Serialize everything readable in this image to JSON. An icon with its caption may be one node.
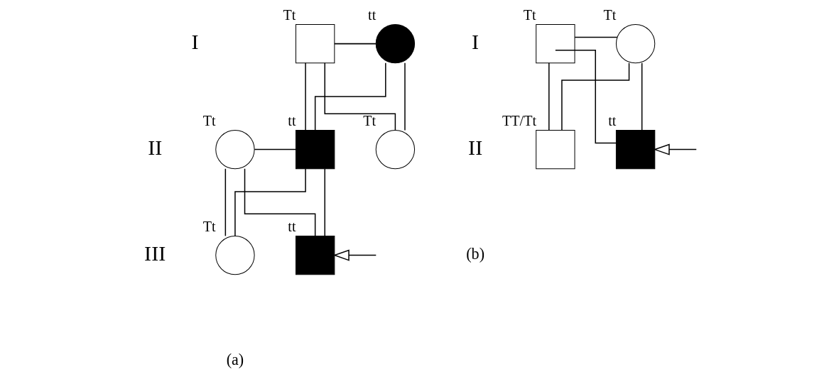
{
  "diagram": {
    "nodes": [
      {
        "text": [],
        "shape": "box",
        "beside": [
          "Tt"
        ]
      },
      {
        "text": [],
        "shape": "circle",
        "beside": [
          "tt"
        ]
      },
      {
        "text": [],
        "shape": "circle",
        "beside": [
          "Tt"
        ]
      },
      {
        "text": [],
        "shape": "box",
        "beside": [
          "tt"
        ]
      },
      {
        "text": [],
        "shape": "circle",
        "beside": [
          "Tt"
        ]
      },
      {
        "text": [],
        "shape": "circle",
        "beside": [
          "Tt"
        ]
      },
      {
        "text": [],
        "shape": "box",
        "beside": [
          "tt"
        ]
      },
      {
        "text": [],
        "shape": "box",
        "beside": [
          "Tt"
        ]
      },
      {
        "text": [],
        "shape": "circle",
        "beside": [
          "Tt"
        ]
      },
      {
        "text": [],
        "shape": "box",
        "beside": [
          "TT/Tt"
        ]
      },
      {
        "text": [],
        "shape": "box",
        "beside": [
          "tt"
        ]
      }
    ],
    "edges": [
      {
        "from": 0,
        "to": 1,
        "arrow": "none"
      },
      {
        "from": 0,
        "to": 3,
        "arrow": "none"
      },
      {
        "from": 1,
        "to": 3,
        "arrow": "none"
      },
      {
        "from": 0,
        "to": 4,
        "arrow": "none"
      },
      {
        "from": 1,
        "to": 4,
        "arrow": "none"
      },
      {
        "from": 2,
        "to": 3,
        "arrow": "none"
      },
      {
        "from": 2,
        "to": 5,
        "arrow": "none"
      },
      {
        "from": 3,
        "to": 5,
        "arrow": "none"
      },
      {
        "from": 2,
        "to": 6,
        "arrow": "none"
      },
      {
        "from": 3,
        "to": 6,
        "arrow": "none"
      },
      {
        "from": null,
        "to": 6,
        "arrow": "to"
      },
      {
        "from": 7,
        "to": 8,
        "arrow": "none"
      },
      {
        "from": 7,
        "to": 9,
        "arrow": "none"
      },
      {
        "from": 8,
        "to": 9,
        "arrow": "none"
      },
      {
        "from": 7,
        "to": 10,
        "arrow": "none"
      },
      {
        "from": 8,
        "to": 10,
        "arrow": "none"
      },
      {
        "from": null,
        "to": 10,
        "arrow": "to"
      }
    ],
    "labels": [
      "I",
      "II",
      "III",
      "(a)",
      "I",
      "II",
      "(b)"
    ]
  }
}
